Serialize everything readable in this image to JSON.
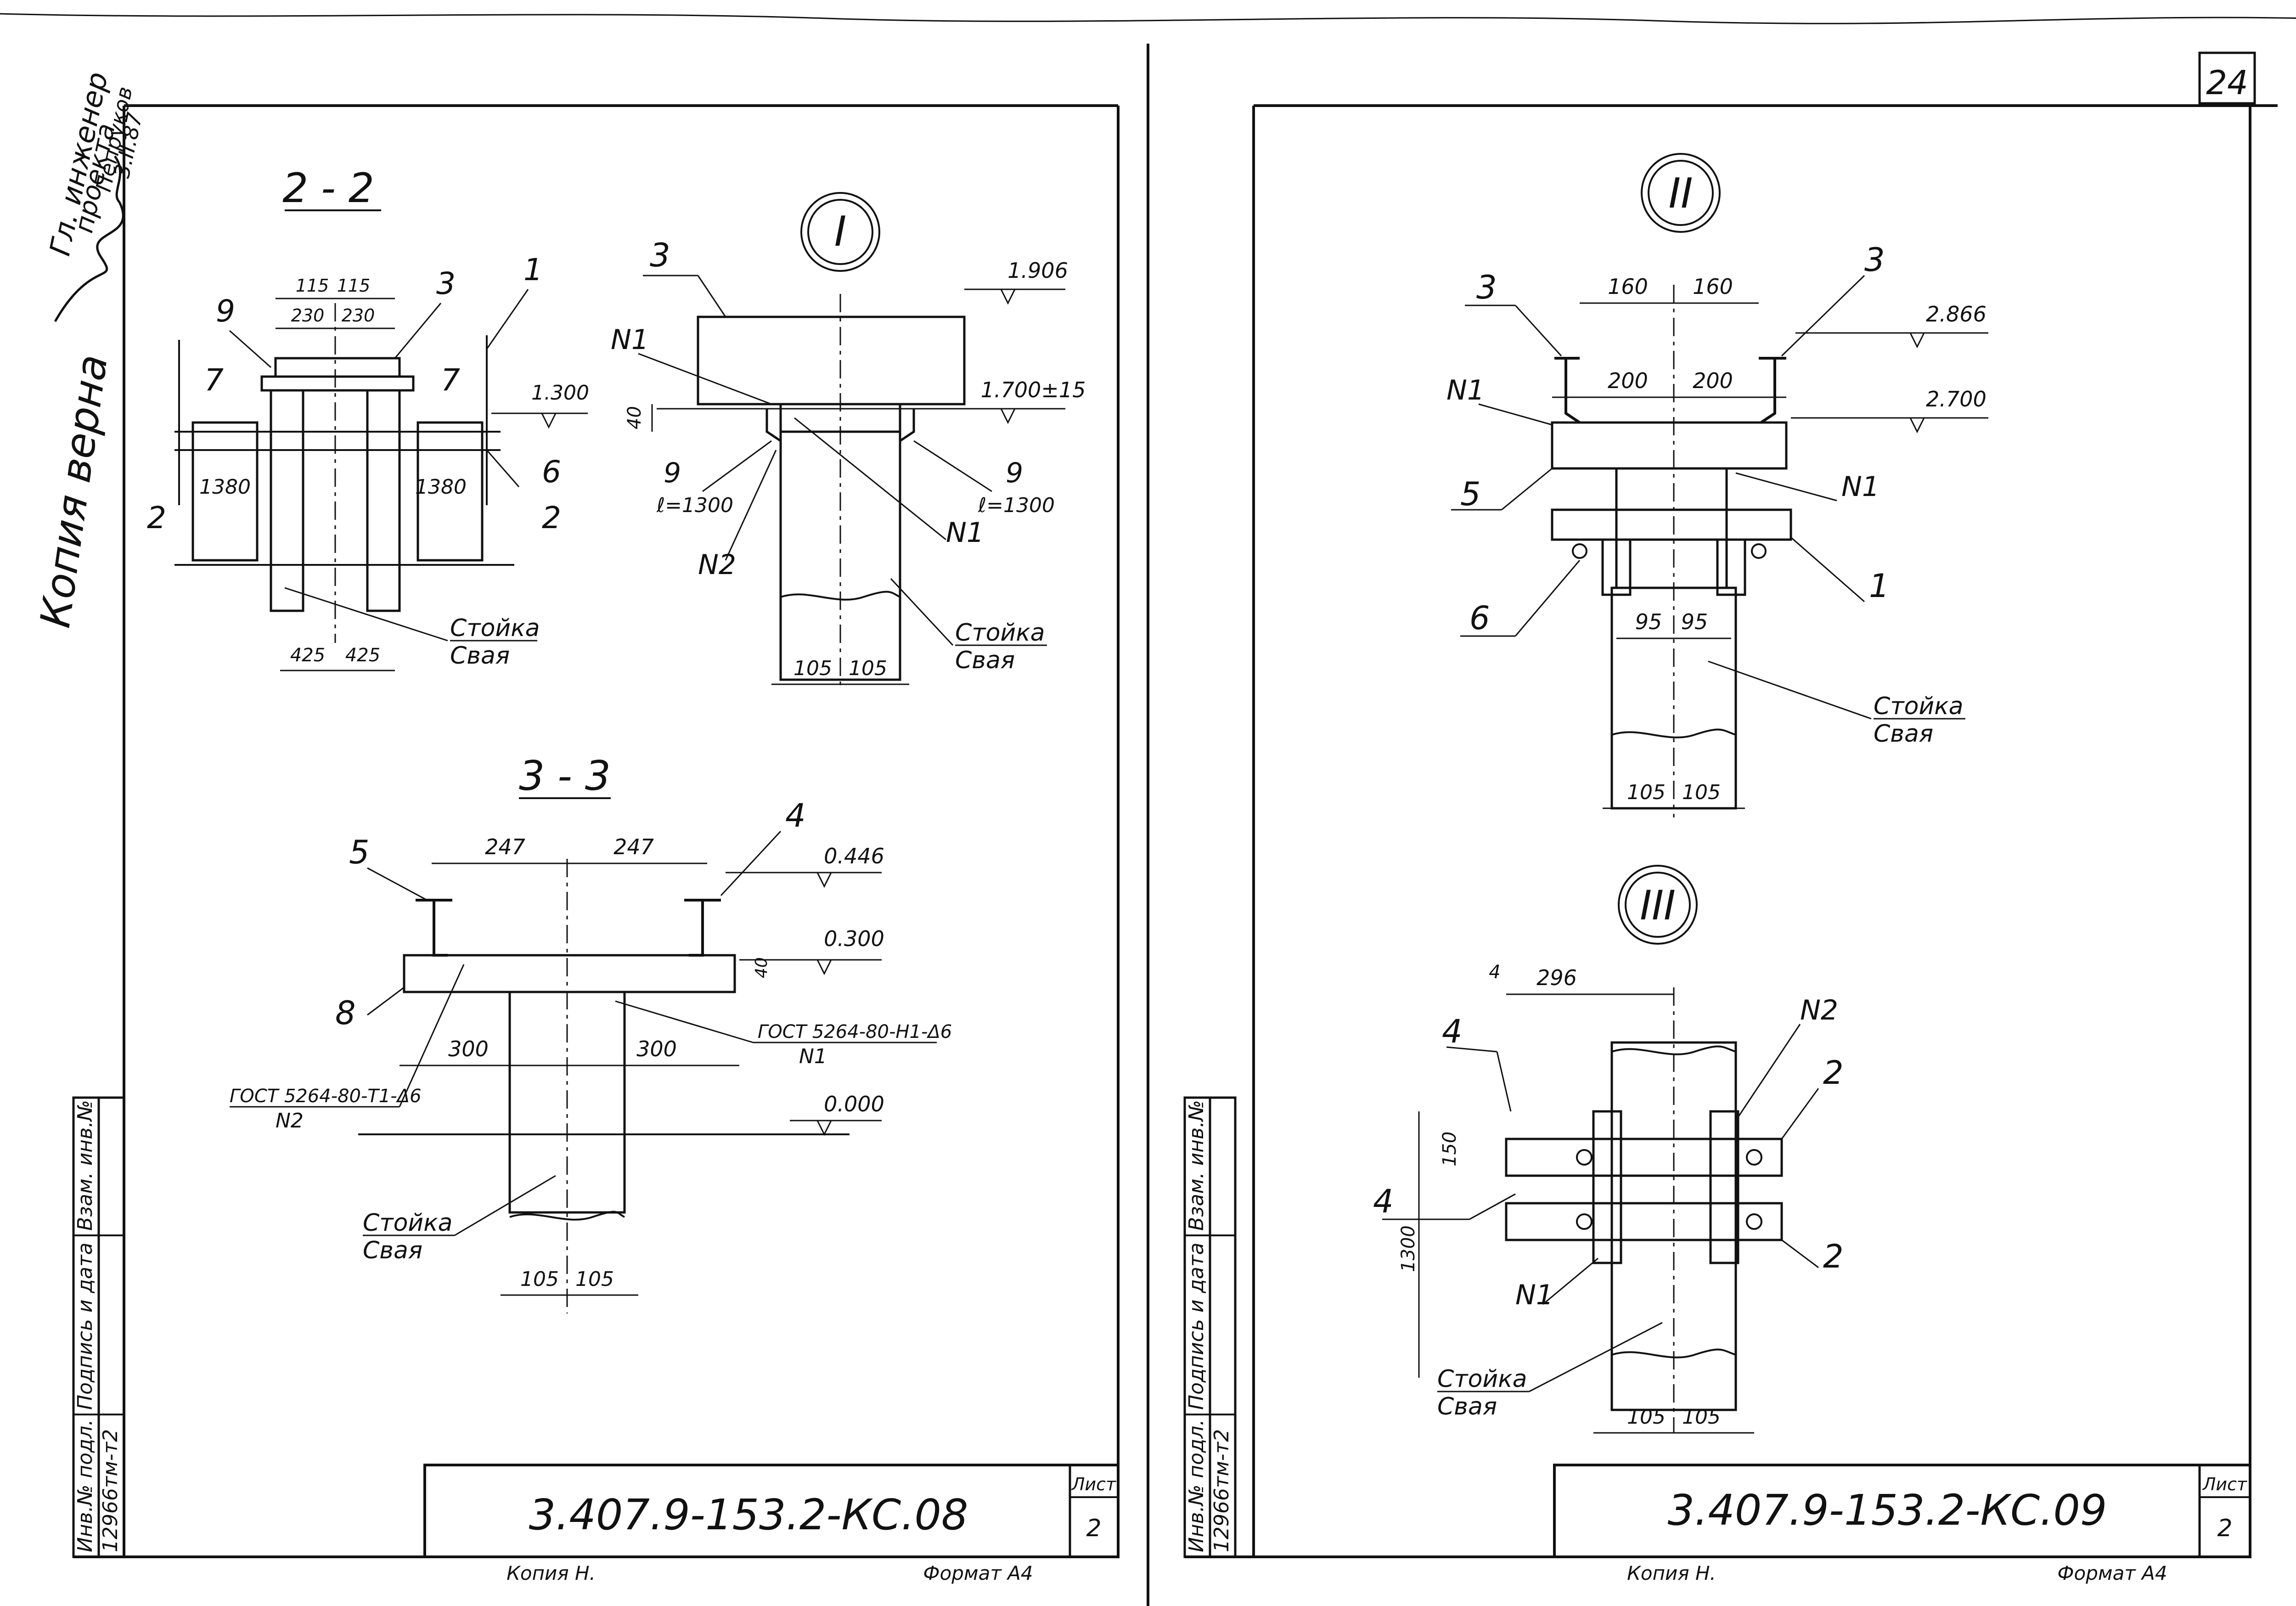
{
  "sheet_number": "24",
  "left_sheet": {
    "code": "3.407.9-153.2-КС.08",
    "list_label": "Лист",
    "list_number": "2",
    "format_label": "Формат А4",
    "copy_label": "Копия Н.",
    "stamp": {
      "inv_podl": "Инв.№ подл.",
      "podpis": "Подпись и дата",
      "vzam": "Взам. инв.№",
      "inv_number": "12966тм-т2"
    },
    "margin_note": [
      "Гл. инженер",
      "проекта",
      "Пепруков",
      "3.II.87"
    ],
    "margin_copy_note": "Копия верна",
    "views": {
      "section_2_2": {
        "title": "2 - 2",
        "dims_top": [
          "115",
          "115",
          "230",
          "230"
        ],
        "dims_bottom": [
          "425",
          "425"
        ],
        "width_labels": [
          "1380",
          "1380"
        ],
        "callouts": [
          "9",
          "3",
          "1",
          "7",
          "7",
          "6",
          "2",
          "2"
        ],
        "elevation": "1.300",
        "legend": [
          "Стойка",
          "Свая"
        ]
      },
      "node_I": {
        "title": "I",
        "callouts": [
          "3",
          "N1",
          "9",
          "9",
          "N2",
          "N1"
        ],
        "lengths": [
          "ℓ=1300",
          "ℓ=1300"
        ],
        "dim_40": "40",
        "elevations": [
          "1.906",
          "1.700±15"
        ],
        "dims_bottom": [
          "105",
          "105"
        ],
        "legend": [
          "Стойка",
          "Свая"
        ]
      },
      "section_3_3": {
        "title": "3 - 3",
        "dims_top": [
          "247",
          "247"
        ],
        "dims_mid": [
          "300",
          "300"
        ],
        "dim_40": "40",
        "dims_bottom": [
          "105",
          "105"
        ],
        "callouts": [
          "5",
          "4",
          "8"
        ],
        "elevations": [
          "0.446",
          "0.300",
          "0.000"
        ],
        "weld_left": "ГОСТ 5264-80-Т1-Δ6",
        "weld_left_id": "N2",
        "weld_right": "ГОСТ 5264-80-Н1-Δ6",
        "weld_right_id": "N1",
        "legend": [
          "Стойка",
          "Свая"
        ]
      }
    }
  },
  "right_sheet": {
    "code": "3.407.9-153.2-КС.09",
    "list_label": "Лист",
    "list_number": "2",
    "format_label": "Формат А4",
    "copy_label": "Копия Н.",
    "stamp": {
      "inv_podl": "Инв.№ подл.",
      "podpis": "Подпись и дата",
      "vzam": "Взам. инв.№",
      "inv_number": "12966тм-т2"
    },
    "views": {
      "node_II": {
        "title": "II",
        "dims_top": [
          "160",
          "160"
        ],
        "dims_inner": [
          "200",
          "200"
        ],
        "dims_mid": [
          "95",
          "95"
        ],
        "dims_bottom": [
          "105",
          "105"
        ],
        "callouts": [
          "3",
          "3",
          "N1",
          "5",
          "N1",
          "1",
          "6"
        ],
        "elevations": [
          "2.866",
          "2.700"
        ],
        "legend": [
          "Стойка",
          "Свая"
        ]
      },
      "node_III": {
        "title": "III",
        "dim_top": "296",
        "dim_4": "4",
        "dim_150": "150",
        "dim_1300": "1300",
        "dims_bottom": [
          "105",
          "105"
        ],
        "callouts": [
          "4",
          "4",
          "N2",
          "2",
          "2",
          "N1"
        ],
        "legend": [
          "Стойка",
          "Свая"
        ]
      }
    }
  }
}
